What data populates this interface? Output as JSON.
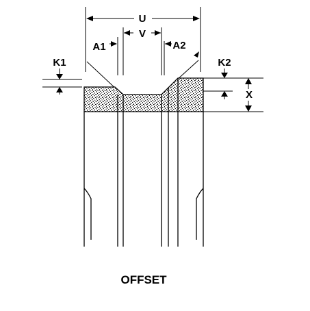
{
  "diagram": {
    "labels": {
      "u": "U",
      "v": "V",
      "a1": "A1",
      "a2": "A2",
      "k1": "K1",
      "k2": "K2",
      "x": "X"
    },
    "caption": "OFFSET",
    "colors": {
      "line": "#000000",
      "background": "#ffffff"
    }
  }
}
